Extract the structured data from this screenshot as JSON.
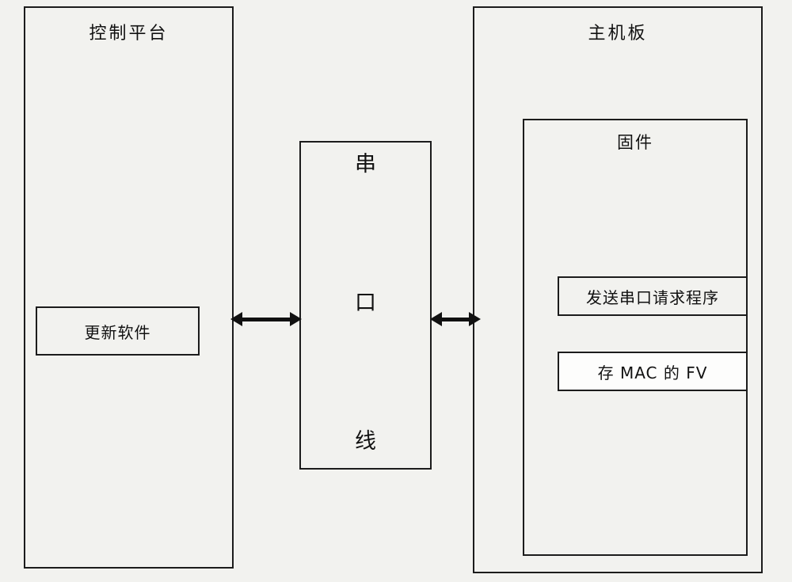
{
  "diagram": {
    "control_platform": {
      "title": "控制平台",
      "update_software_label": "更新软件"
    },
    "serial_cable": {
      "chars": [
        "串",
        "口",
        "线"
      ]
    },
    "motherboard": {
      "title": "主机板",
      "firmware": {
        "title": "固件",
        "send_serial_request_label": "发送串口请求程序",
        "mac_fv_label": "存 MAC 的 FV"
      }
    },
    "colors": {
      "background": "#f2f2ef",
      "line": "#1c1c1c",
      "highlight_box_fill": "#fdfdfc"
    }
  }
}
